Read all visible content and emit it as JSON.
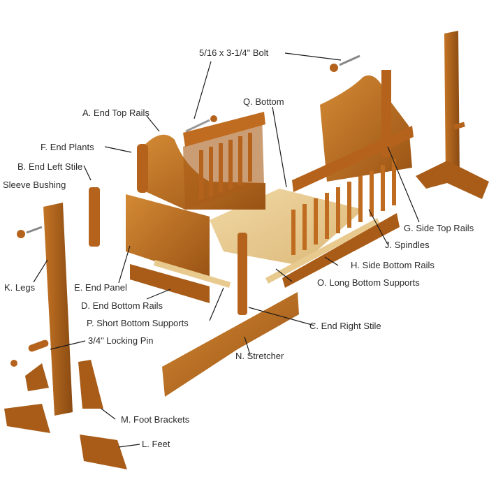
{
  "diagram": {
    "title": "Cradle exploded assembly diagram",
    "colors": {
      "background": "#ffffff",
      "wood_dark": "#8a4a12",
      "wood_mid": "#b8681c",
      "wood_light": "#d38a34",
      "plywood": "#e8c98e",
      "leader_line": "#1a1a1a",
      "label_text": "#2a2a2a"
    },
    "labels": [
      {
        "id": "bolt",
        "text": "5/16 x 3-1/4\" Bolt"
      },
      {
        "id": "q",
        "text": "Q. Bottom"
      },
      {
        "id": "a",
        "text": "A. End Top Rails"
      },
      {
        "id": "f",
        "text": "F. End Plants"
      },
      {
        "id": "b",
        "text": "B. End Left Stile"
      },
      {
        "id": "sleeve",
        "text": "Sleeve Bushing"
      },
      {
        "id": "g",
        "text": "G. Side Top Rails"
      },
      {
        "id": "j",
        "text": "J. Spindles"
      },
      {
        "id": "h",
        "text": "H. Side Bottom Rails"
      },
      {
        "id": "o",
        "text": "O. Long Bottom Supports"
      },
      {
        "id": "k",
        "text": "K. Legs"
      },
      {
        "id": "e",
        "text": "E. End Panel"
      },
      {
        "id": "d",
        "text": "D. End Bottom Rails"
      },
      {
        "id": "p",
        "text": "P. Short Bottom Supports"
      },
      {
        "id": "c",
        "text": "C. End Right Stile"
      },
      {
        "id": "pin",
        "text": "3/4\" Locking Pin"
      },
      {
        "id": "n",
        "text": "N. Stretcher"
      },
      {
        "id": "m",
        "text": "M. Foot Brackets"
      },
      {
        "id": "l",
        "text": "L. Feet"
      }
    ]
  }
}
